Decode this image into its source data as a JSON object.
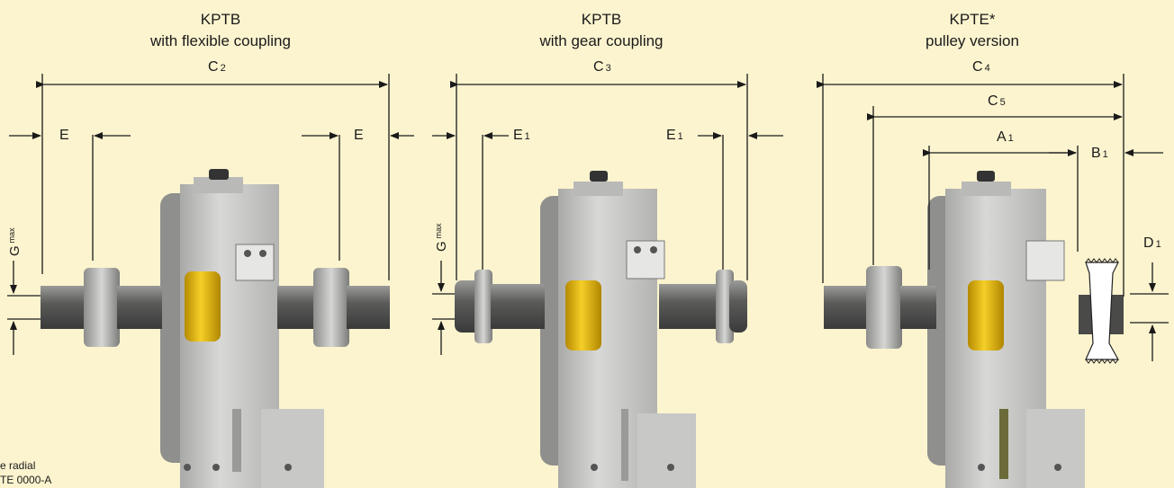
{
  "titles": [
    {
      "line1": "KPTB",
      "line2": "with flexible coupling"
    },
    {
      "line1": "KPTB",
      "line2": "with gear coupling"
    },
    {
      "line1": "KPTE*",
      "line2": "pulley version"
    }
  ],
  "dims": {
    "c2": {
      "main": "C",
      "sub": "2"
    },
    "c3": {
      "main": "C",
      "sub": "3"
    },
    "c4": {
      "main": "C",
      "sub": "4"
    },
    "c5": {
      "main": "C",
      "sub": "5"
    },
    "e": "E",
    "e1": {
      "main": "E",
      "sub": "1"
    },
    "a1": {
      "main": "A",
      "sub": "1"
    },
    "b1": {
      "main": "B",
      "sub": "1"
    },
    "d1": {
      "main": "D",
      "sub": "1"
    },
    "g": {
      "main": "G",
      "sub": "max"
    }
  },
  "footnote": {
    "line1": "e radial",
    "line2": "TE 0000-A"
  },
  "colors": {
    "background": "#fcf4cf",
    "housing": "#c9c9c7",
    "filter": "#f0c419"
  }
}
